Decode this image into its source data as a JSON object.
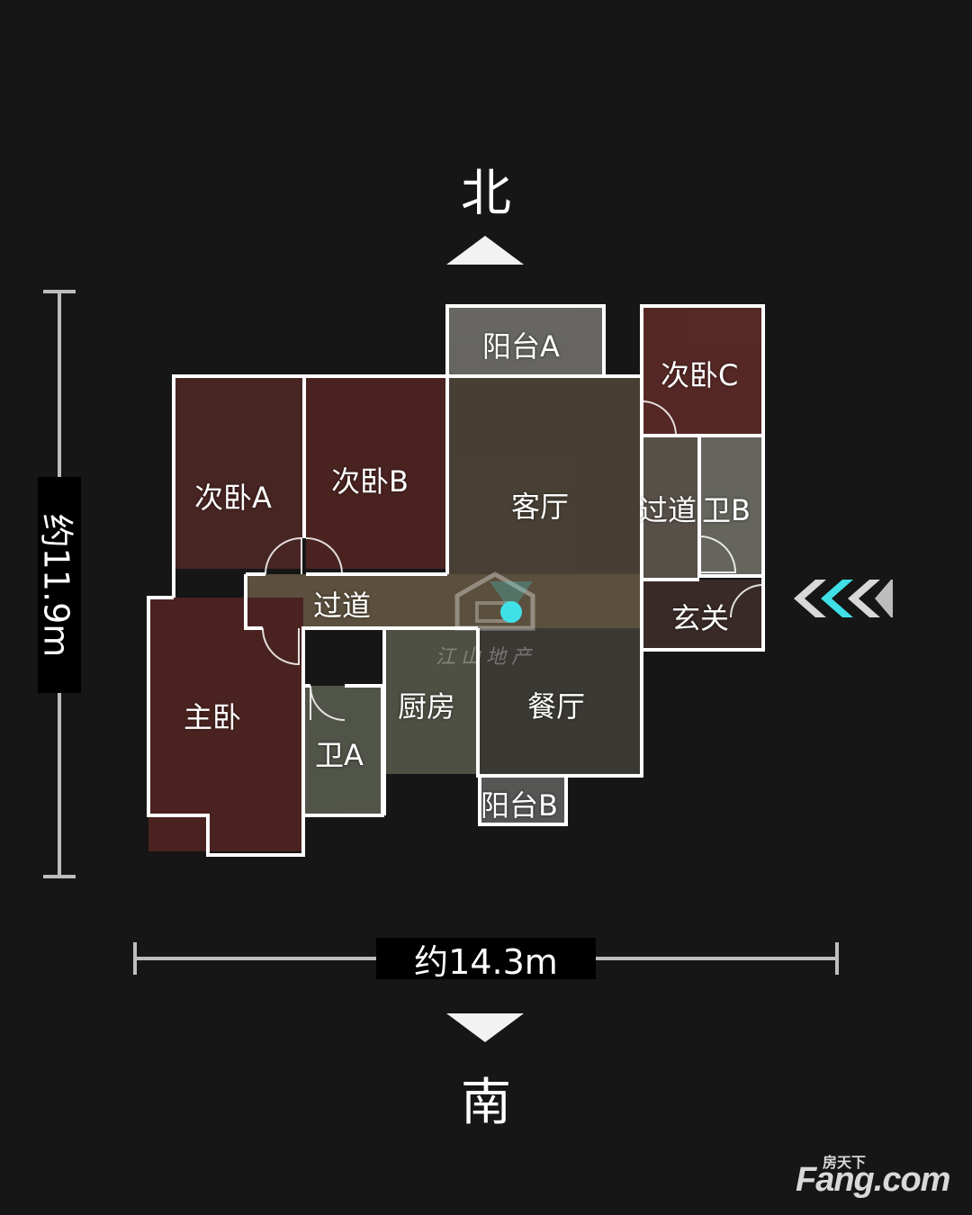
{
  "compass": {
    "north": "北",
    "south": "南"
  },
  "dimensions": {
    "height": "约11.9m",
    "width": "约14.3m"
  },
  "rooms": {
    "balcony_a": "阳台A",
    "bedroom_c": "次卧C",
    "bedroom_a": "次卧A",
    "bedroom_b": "次卧B",
    "living_room": "客厅",
    "corridor_east": "过道",
    "bathroom_b": "卫B",
    "corridor": "过道",
    "entrance": "玄关",
    "master_bedroom": "主卧",
    "bathroom_a": "卫A",
    "kitchen": "厨房",
    "dining_room": "餐厅",
    "balcony_b": "阳台B"
  },
  "center_watermark": "江山地产",
  "logo": {
    "cn": "房天下",
    "en": "Fang.com"
  },
  "colors": {
    "wall": "#ffffff",
    "marker": "#3fe0e6",
    "background": "#161616"
  }
}
